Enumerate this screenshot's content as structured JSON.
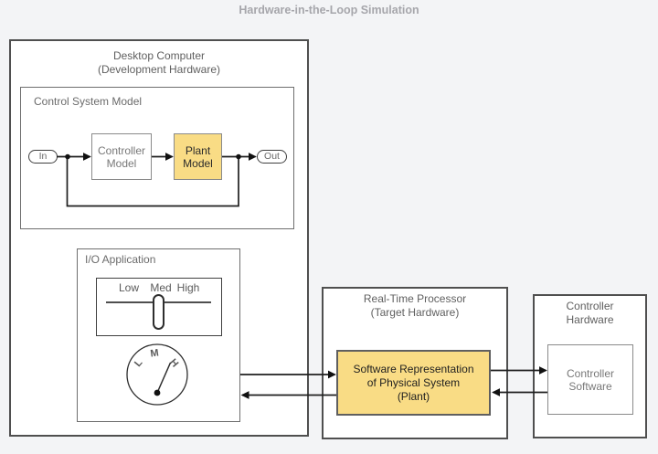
{
  "page_title": "Hardware-in-the-Loop Simulation",
  "colors": {
    "background": "#f3f4f6",
    "box_fill": "#ffffff",
    "highlight_yellow": "#f9dc85",
    "dark_border": "#4f4f4f",
    "gray_border": "#8a8a8a",
    "wire": "#1f1f1f",
    "label_gray": "#6b6b6b",
    "title_gray": "#a6a6ab"
  },
  "desktop_computer": {
    "title": "Desktop Computer\n(Development Hardware)",
    "control_system_model": {
      "label": "Control System Model",
      "in_port": "In",
      "controller_model": "Controller\nModel",
      "plant_model": "Plant\nModel",
      "out_port": "Out"
    },
    "io_application": {
      "label": "I/O Application",
      "slider": {
        "labels": [
          "Low",
          "Med",
          "High"
        ]
      },
      "gauge": {
        "labels": [
          "L",
          "M",
          "H"
        ]
      }
    }
  },
  "realtime_processor": {
    "title": "Real-Time Processor\n(Target Hardware)",
    "software_block": "Software Representation\nof Physical System\n(Plant)"
  },
  "controller_hardware": {
    "title": "Controller\nHardware",
    "software_block": "Controller\nSoftware"
  }
}
